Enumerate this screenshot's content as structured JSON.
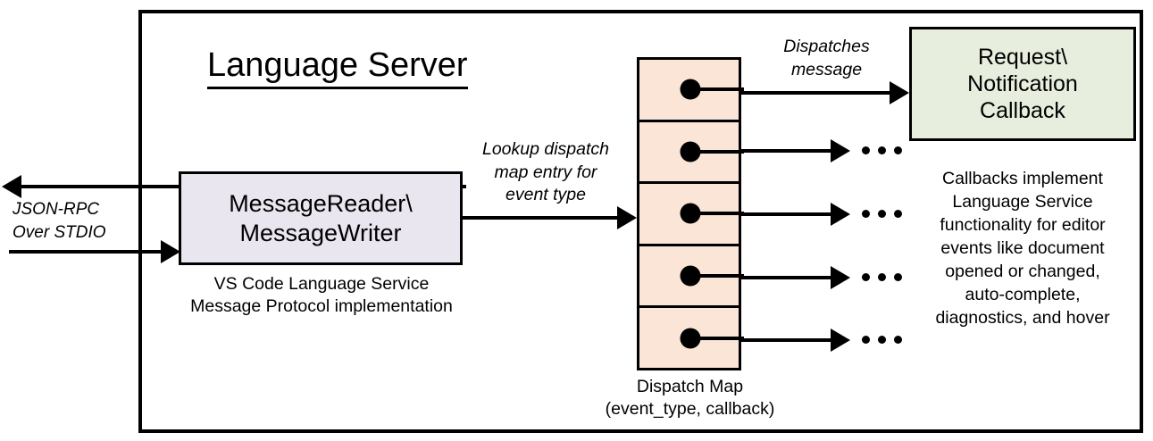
{
  "diagram": {
    "title": "Language Server",
    "frame_name": "language-server-boundary",
    "colors": {
      "message_box_fill": "#e9e6ef",
      "dispatch_map_fill": "#fbe5d6",
      "callback_box_fill": "#e7eede",
      "stroke": "#000000",
      "background": "#ffffff"
    }
  },
  "external_channel": {
    "label": "JSON-RPC\nOver STDIO",
    "outbound_arrow_name": "outbound-jsonrpc-arrow",
    "inbound_arrow_name": "inbound-jsonrpc-arrow"
  },
  "message_io": {
    "box_label": "MessageReader\\\nMessageWriter",
    "caption": "VS Code Language Service\nMessage Protocol implementation"
  },
  "lookup_edge": {
    "label": "Lookup dispatch\nmap entry for\nevent type"
  },
  "dispatch_map": {
    "caption": "Dispatch Map\n(event_type, callback)",
    "row_count": 5,
    "rows": [
      {
        "index": 1,
        "target": "callback-box",
        "ellipsis": false
      },
      {
        "index": 2,
        "target": "ellipsis",
        "ellipsis": true
      },
      {
        "index": 3,
        "target": "ellipsis",
        "ellipsis": true
      },
      {
        "index": 4,
        "target": "ellipsis",
        "ellipsis": true
      },
      {
        "index": 5,
        "target": "ellipsis",
        "ellipsis": true
      }
    ]
  },
  "dispatch_edge": {
    "label": "Dispatches\nmessage"
  },
  "callback": {
    "box_label": "Request\\\nNotification\nCallback",
    "caption": "Callbacks implement\nLanguage Service\nfunctionality for editor\nevents like document\nopened or changed,\nauto-complete,\ndiagnostics, and hover"
  }
}
